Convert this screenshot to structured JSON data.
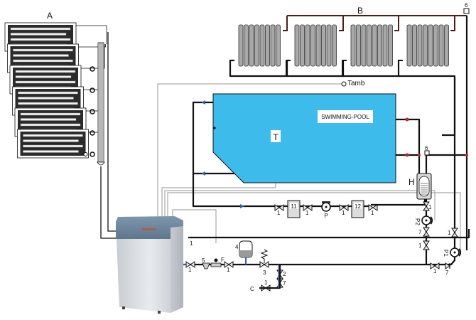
{
  "title": "Solar thermal heating system with radiators and swimming pool",
  "colors": {
    "pool": "#3dbbea",
    "pipe": "#111111",
    "signal": "#a9a9a9",
    "radiator": "#a8a8a8",
    "hot_marker": "#c0262b",
    "cold_marker": "#3b5aa8",
    "boiler_top": "#6e8aa0",
    "boiler_body": "#d9dde2"
  },
  "labels": {
    "collectors": "A",
    "radiators": "B",
    "ambient_sensor": "Tamb",
    "pool": "SWIMMING-POOL",
    "pool_sensor": "T",
    "heat_exchanger": "H",
    "filter": "11",
    "heater_unit": "12",
    "pool_pump": "P",
    "pump_1": "P1",
    "pump_2": "P2",
    "expansion_vessel": "4",
    "flow_meter": "F",
    "safety_valve": "3",
    "cold_water": "C",
    "air_vent": "6",
    "strainer": "5",
    "drain_valve": "2",
    "check_valve": "7",
    "shutoff_valve": "1"
  },
  "components": [
    {
      "id": "A",
      "name": "Solar collector array",
      "count": 6
    },
    {
      "id": "B",
      "name": "Radiator bank",
      "count": 4
    },
    {
      "id": "H",
      "name": "Heat exchanger"
    },
    {
      "id": "11",
      "name": "Filter"
    },
    {
      "id": "12",
      "name": "Auxiliary unit"
    },
    {
      "id": "P",
      "name": "Pool circulation pump"
    },
    {
      "id": "P1",
      "name": "Primary pump"
    },
    {
      "id": "P2",
      "name": "Secondary pump"
    },
    {
      "id": "4",
      "name": "Expansion vessel"
    },
    {
      "id": "F",
      "name": "Flow meter"
    },
    {
      "id": "3",
      "name": "Safety valve"
    },
    {
      "id": "C",
      "name": "Cold water inlet"
    }
  ]
}
